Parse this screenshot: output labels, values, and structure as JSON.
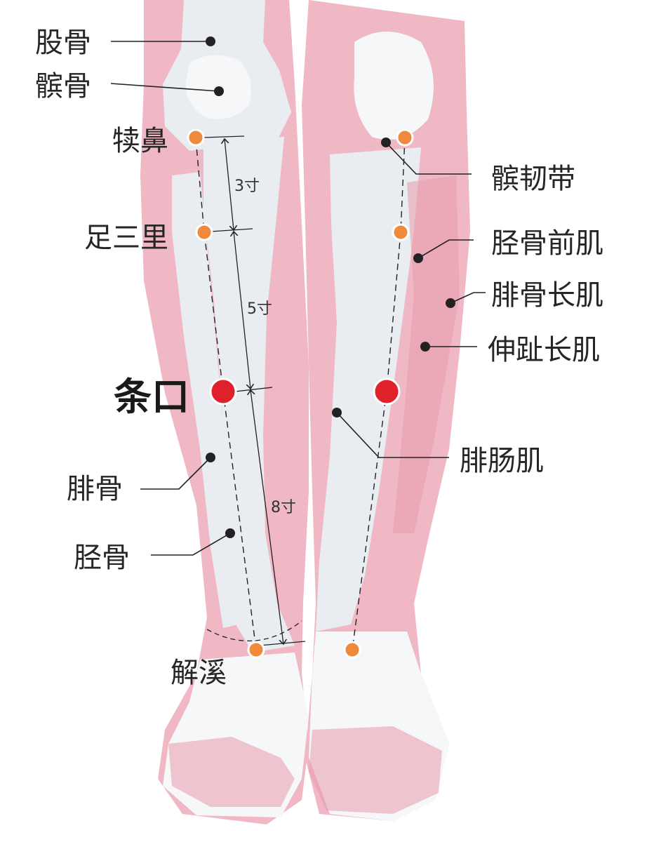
{
  "colors": {
    "muscle": "#efb8c4",
    "muscle_dark": "#e79aab",
    "bone": "#e9ecf1",
    "bone_light": "#f6f7f9",
    "acupoint_main": "#e0202a",
    "acupoint": "#ef8a3d",
    "line": "#222222"
  },
  "labels": {
    "femur": "股骨",
    "patella": "髌骨",
    "dubi": "犊鼻",
    "zusanli": "足三里",
    "tiaokou": "条口",
    "fibula": "腓骨",
    "tibia": "胫骨",
    "jiexi": "解溪",
    "patellar_ligament": "髌韧带",
    "tibialis_anterior": "胫骨前肌",
    "peroneus_longus": "腓骨长肌",
    "extensor_digitorum_longus": "伸趾长肌",
    "gastrocnemius": "腓肠肌"
  },
  "measures": {
    "m1": "3寸",
    "m2": "5寸",
    "m3": "8寸"
  }
}
